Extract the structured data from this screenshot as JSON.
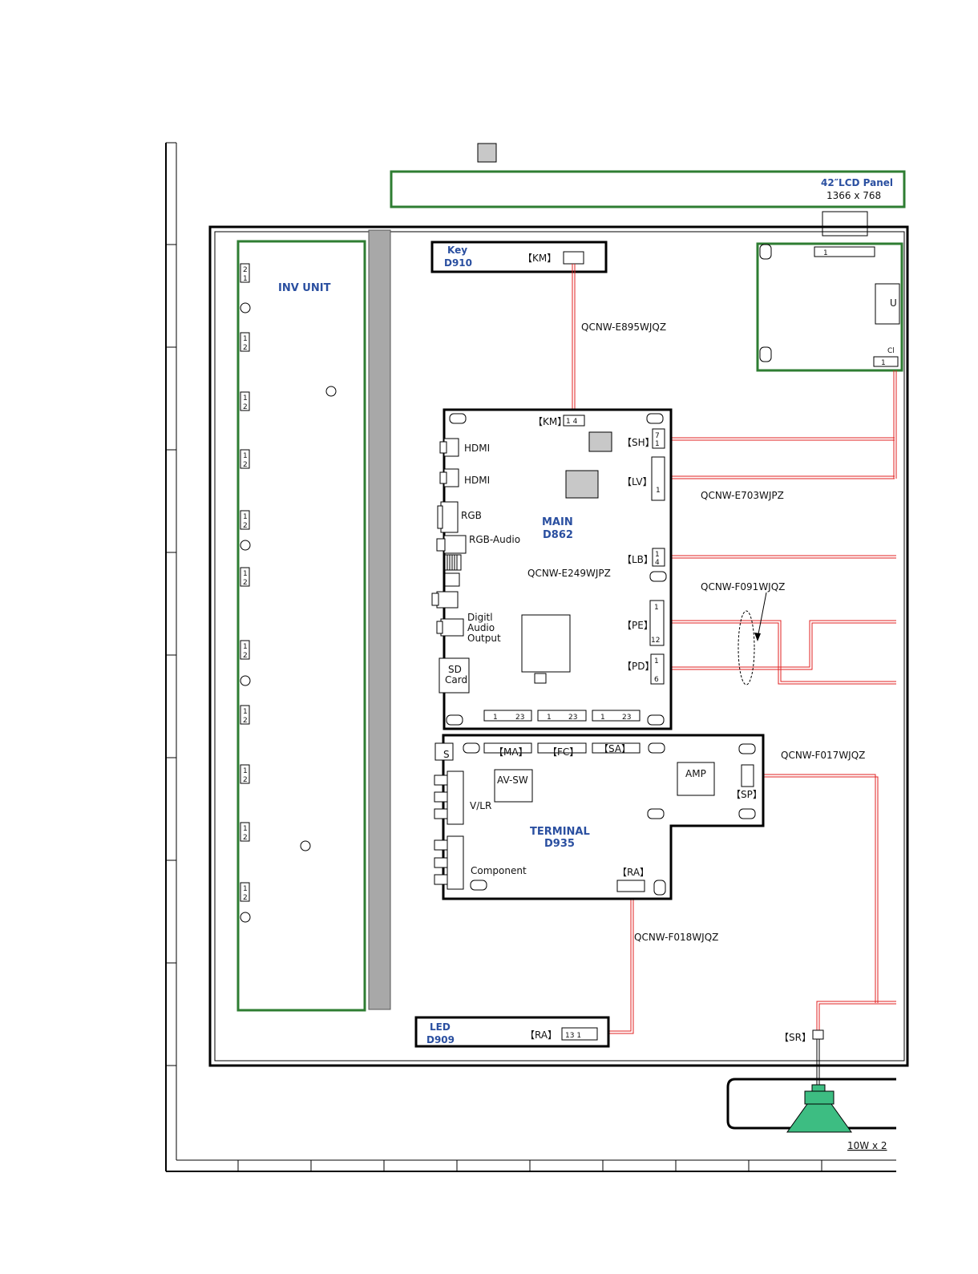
{
  "panel": {
    "title": "42″LCD Panel",
    "resolution": "1366 x    768"
  },
  "boards": {
    "inv": {
      "title": "INV   UNIT"
    },
    "key": {
      "name": "Key",
      "code": "D910",
      "connector": "【KM】"
    },
    "main": {
      "name": "MAIN",
      "code": "D862",
      "connectors": {
        "km": "【KM】",
        "sh": "【SH】",
        "lv": "【LV】",
        "lb": "【LB】",
        "pe": "【PE】",
        "pd": "【PD】"
      },
      "ports": {
        "hdmi1": "HDMI",
        "hdmi2": "HDMI",
        "rgb": "RGB",
        "rgb_audio": "RGB-Audio",
        "digital_audio": [
          "Digitl",
          "Audio",
          "Output"
        ],
        "sd_card": [
          "SD",
          "Card"
        ]
      }
    },
    "terminal": {
      "name": "TERMINAL",
      "code": "D935",
      "connectors": {
        "ma": "【MA】",
        "fc": "【FC】",
        "sa": "【SA】",
        "sp": "【SP】",
        "ra": "【RA】"
      },
      "labels": {
        "s": "S",
        "avsw": "AV-SW",
        "vlr": "V/LR",
        "amp": "AMP",
        "component": "Component"
      }
    },
    "led": {
      "name": "LED",
      "code": "D909",
      "connector": "【RA】",
      "pins": "13    1"
    },
    "right": {
      "label_u": "U",
      "label_c": "Cl",
      "pin1a": "1",
      "pin1b": "1"
    }
  },
  "cables": {
    "e895": "QCNW-E895WJQZ",
    "e703": "QCNW-E703WJPZ",
    "e249": "QCNW-E249WJPZ",
    "f091": "QCNW-F091WJQZ",
    "f017": "QCNW-F017WJQZ",
    "f018": "QCNW-F018WJQZ"
  },
  "speaker": {
    "connector": "【SR】",
    "rating": "10W x 2"
  },
  "pins": {
    "km": "1   4",
    "sh_top": "7",
    "sh_bot": "1",
    "lv": "1",
    "lb_top": "1",
    "lb_bot": "4",
    "pe_top": "1",
    "pe_bot": "12",
    "pd_top": "1",
    "pd_bot": "6",
    "b1a": "1",
    "b1b": "23",
    "b2a": "1",
    "b2b": "23",
    "b3a": "1",
    "b3b": "23",
    "inv_one": "1",
    "inv_two": "2"
  },
  "colors": {
    "green": "#2e7d32",
    "wire": "#e02020",
    "blue": "#2a4fa0",
    "speaker": "#3dbd82"
  }
}
